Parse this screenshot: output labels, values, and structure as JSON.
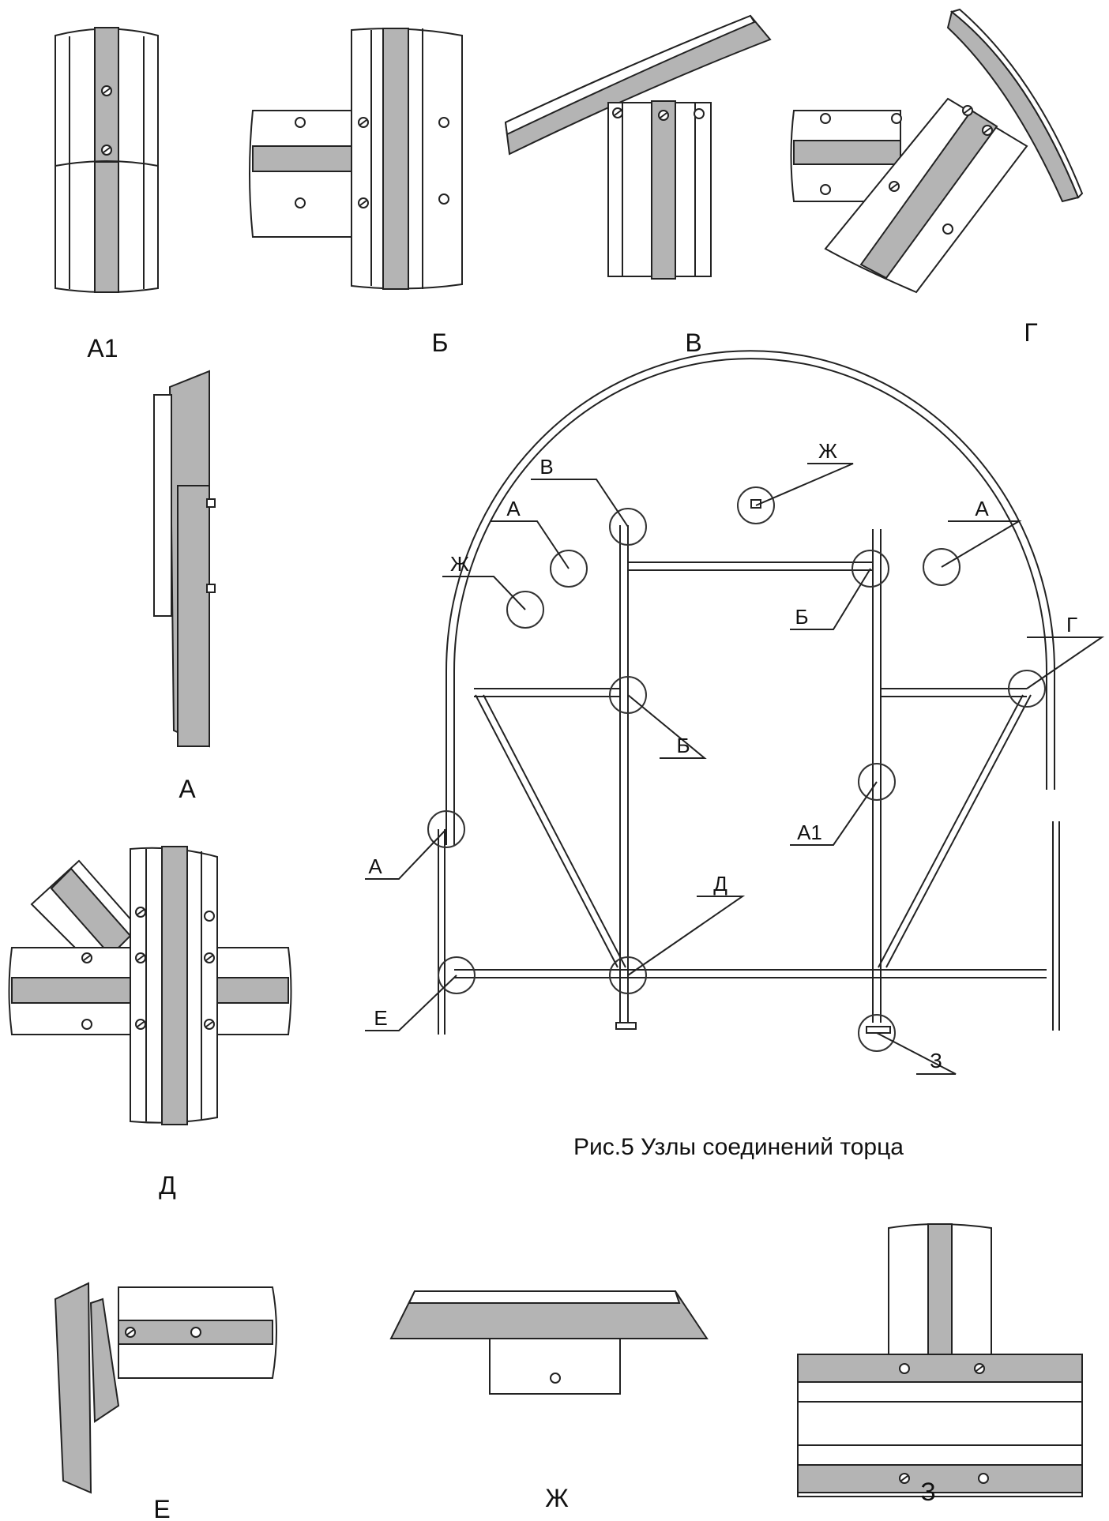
{
  "figure": {
    "caption": "Рис.5 Узлы соединений торца"
  },
  "details": {
    "a1": "А1",
    "b": "Б",
    "v": "В",
    "g": "Г",
    "a": "А",
    "d": "Д",
    "e": "Е",
    "zh": "Ж",
    "z": "З"
  },
  "callouts": {
    "v": "В",
    "zh_top": "Ж",
    "a_top_left": "А",
    "a_top_right": "А",
    "zh_left": "Ж",
    "b_upper": "Б",
    "g": "Г",
    "b_mid": "Б",
    "a1": "А1",
    "a_left": "А",
    "d": "Д",
    "e": "Е",
    "z": "З"
  },
  "colors": {
    "profile_fill": "#b4b4b4",
    "line": "#222222",
    "background": "#ffffff"
  }
}
